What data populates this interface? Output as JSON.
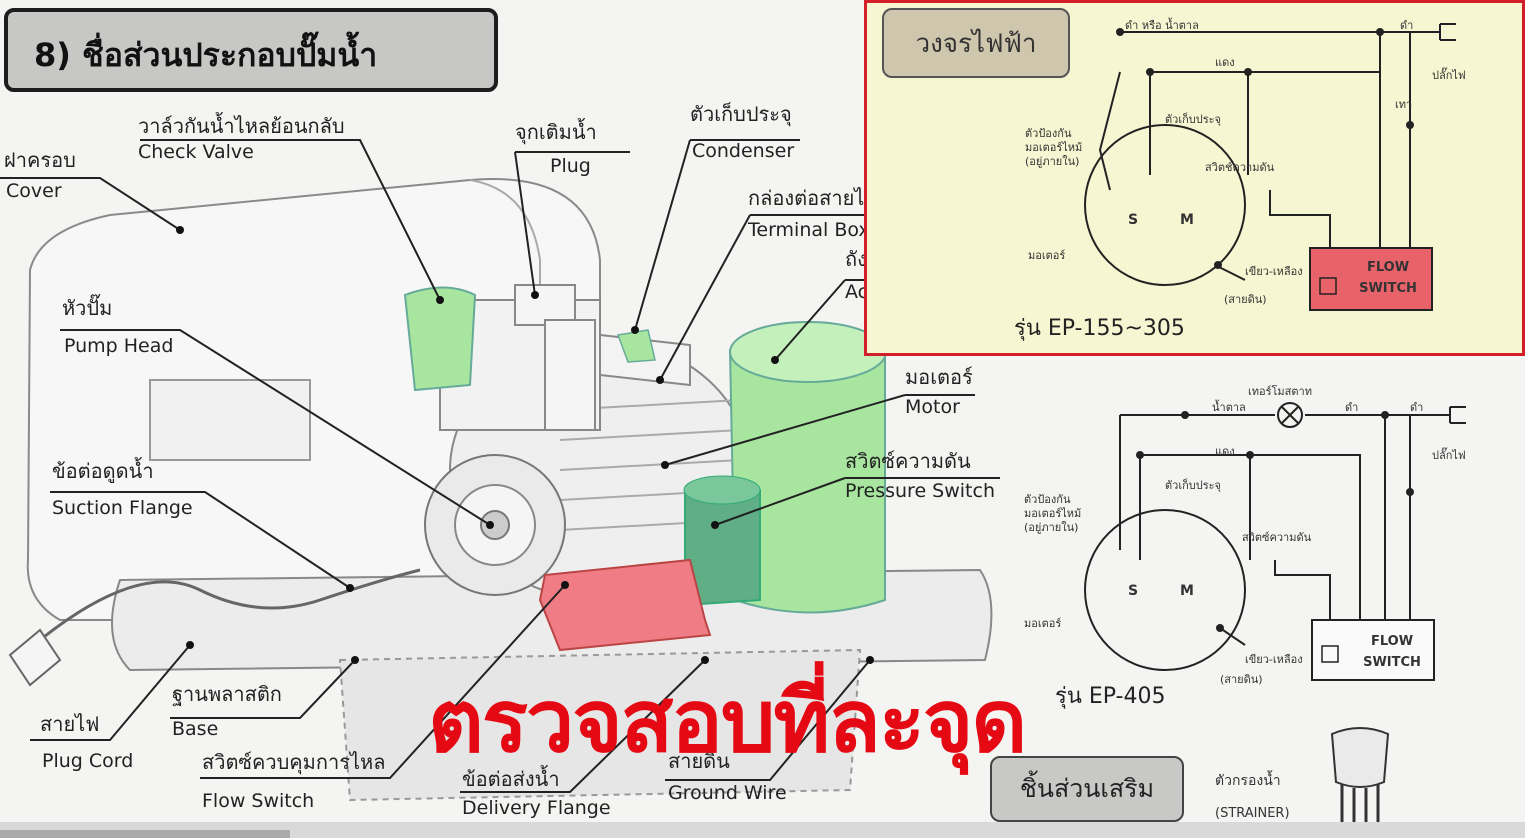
{
  "title": "8) ชื่อส่วนประกอบปั๊มน้ำ",
  "parts": {
    "check_valve": {
      "th": "วาล์วกันน้ำไหลย้อนกลับ",
      "en": "Check Valve"
    },
    "plug": {
      "th": "จุกเติมน้ำ",
      "en": "Plug"
    },
    "condenser": {
      "th": "ตัวเก็บประจุ",
      "en": "Condenser"
    },
    "cover": {
      "th": "ฝาครอบ",
      "en": "Cover"
    },
    "terminal_box": {
      "th": "กล่องต่อสายไฟ",
      "en": "Terminal Box"
    },
    "accumulator": {
      "th": "ถังความดัน",
      "en": "Accumulator"
    },
    "pump_head": {
      "th": "หัวปั๊ม",
      "en": "Pump Head"
    },
    "motor": {
      "th": "มอเตอร์",
      "en": "Motor"
    },
    "suction_flange": {
      "th": "ข้อต่อดูดน้ำ",
      "en": "Suction Flange"
    },
    "pressure_switch": {
      "th": "สวิตซ์ความดัน",
      "en": "Pressure Switch"
    },
    "base": {
      "th": "ฐานพลาสติก",
      "en": "Base"
    },
    "plug_cord": {
      "th": "สายไฟ",
      "en": "Plug Cord"
    },
    "flow_switch": {
      "th": "สวิตซ์ควบคุมการไหล",
      "en": "Flow Switch"
    },
    "delivery_flange": {
      "th": "ข้อต่อส่งน้ำ",
      "en": "Delivery Flange"
    },
    "ground_wire": {
      "th": "สายดิน",
      "en": "Ground Wire"
    }
  },
  "overlay_text": "ตรวจสอบที่ละจุด",
  "circuit": {
    "title": "วงจรไฟฟ้า",
    "model_top": "รุ่น EP-155~305",
    "model_bottom": "รุ่น EP-405",
    "flow_switch_label": [
      "FLOW",
      "SWITCH"
    ],
    "labels_top": {
      "wire_top": "ดำ หรือ น้ำตาล",
      "black": "ดำ",
      "red": "แดง",
      "plug": "ปลั๊กไฟ",
      "capacitor": "ตัวเก็บประจุ",
      "protector": [
        "ตัวป้องกัน",
        "มอเตอร์ไหม้",
        "(อยู่ภายใน)"
      ],
      "pressure_switch": "สวิตช์ความดัน",
      "motor": "มอเตอร์",
      "gray": "เทา",
      "s": "S",
      "m": "M",
      "ground": "(สายดิน)",
      "green_yellow": "เขียว-เหลือง"
    },
    "labels_bottom": {
      "thermostat": "เทอร์โมสตาท",
      "brown": "น้ำตาล",
      "black": "ดำ",
      "red": "แดง",
      "plug": "ปลั๊กไฟ",
      "capacitor": "ตัวเก็บประจุ",
      "protector": [
        "ตัวป้องกัน",
        "มอเตอร์ไหม้",
        "(อยู่ภายใน)"
      ],
      "pressure_switch": "สวิตซ์ความดัน",
      "motor": "มอเตอร์",
      "s": "S",
      "m": "M",
      "ground": "(สายดิน)",
      "green_yellow": "เขียว-เหลือง"
    }
  },
  "accessory": {
    "title": "ชิ้นส่วนเสริม",
    "strainer_th": "ตัวกรองน้ำ",
    "strainer_en": "(STRAINER)"
  },
  "colors": {
    "green_part": "#a8e6a0",
    "red_part": "#f07d86",
    "teal_part": "#5fae86",
    "flow_box": "#e8626a",
    "panel_bg": "#f7f6d2",
    "panel_border": "#d21f2a",
    "overlay": "#e50914"
  }
}
